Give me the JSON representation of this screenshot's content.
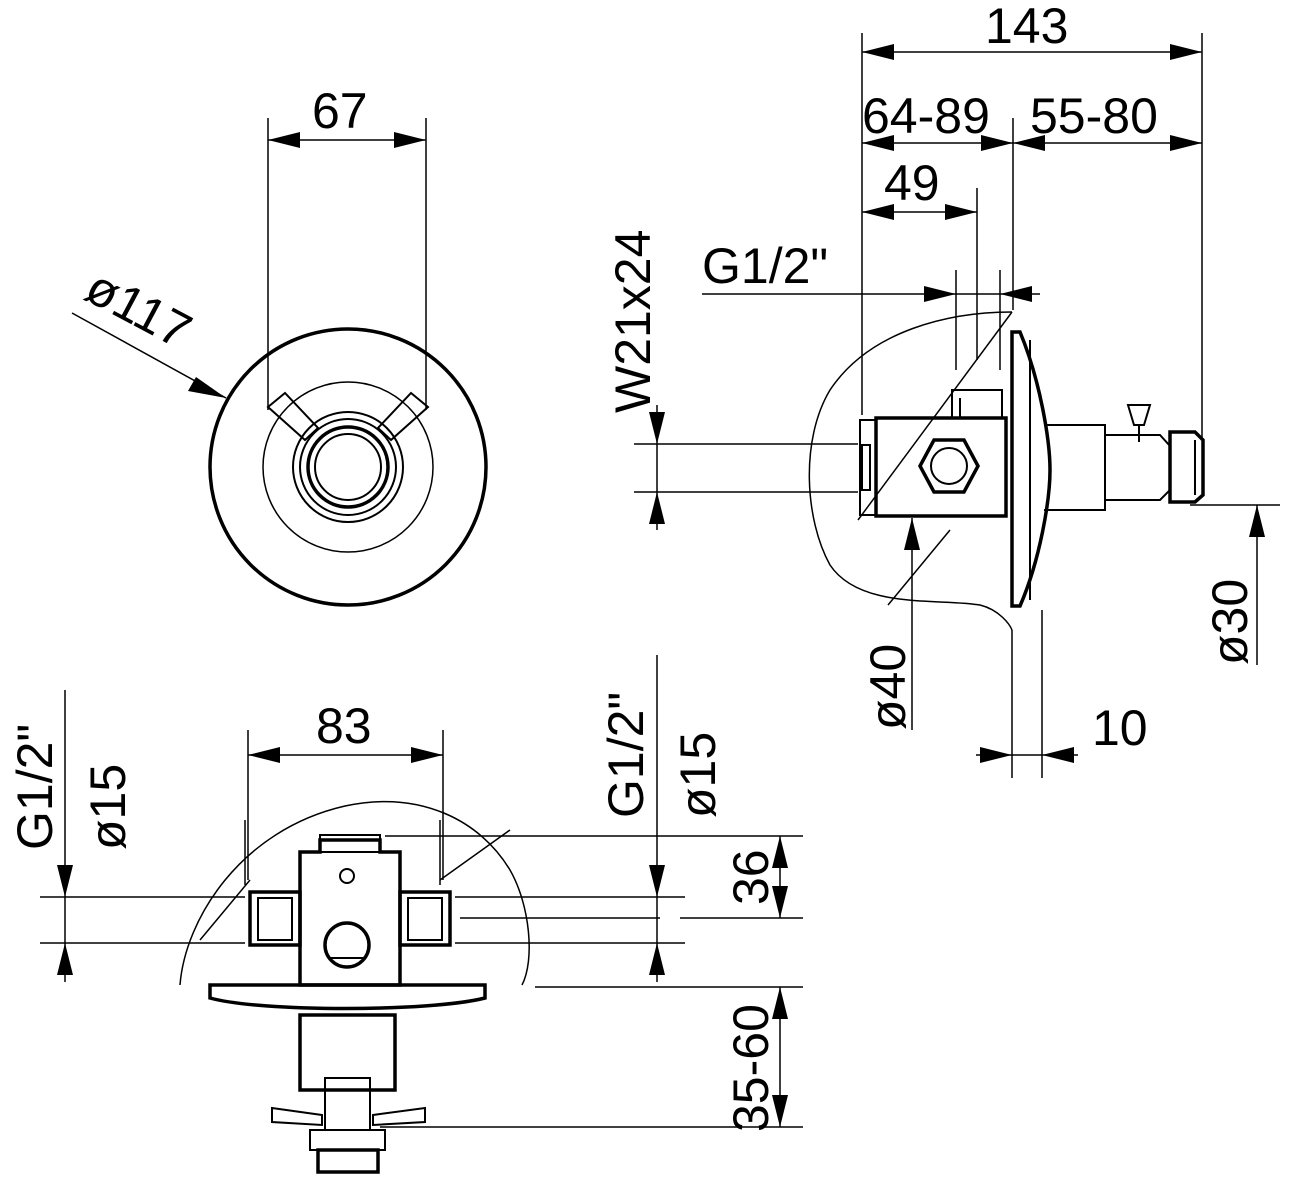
{
  "dimensions": {
    "front_width": "67",
    "front_diameter": "ø117",
    "side_total": "143",
    "side_depth_range": "64-89",
    "side_ext_range": "55-80",
    "side_49": "49",
    "side_thread_top": "G1/2\"",
    "side_thread_w": "W21x24",
    "side_d30": "ø30",
    "side_d40": "ø40",
    "side_10": "10",
    "bottom_width": "83",
    "left_thread": "G1/2\"",
    "left_d15": "ø15",
    "right_thread": "G1/2\"",
    "right_d15": "ø15",
    "bottom_36": "36",
    "bottom_35_60": "35-60"
  }
}
